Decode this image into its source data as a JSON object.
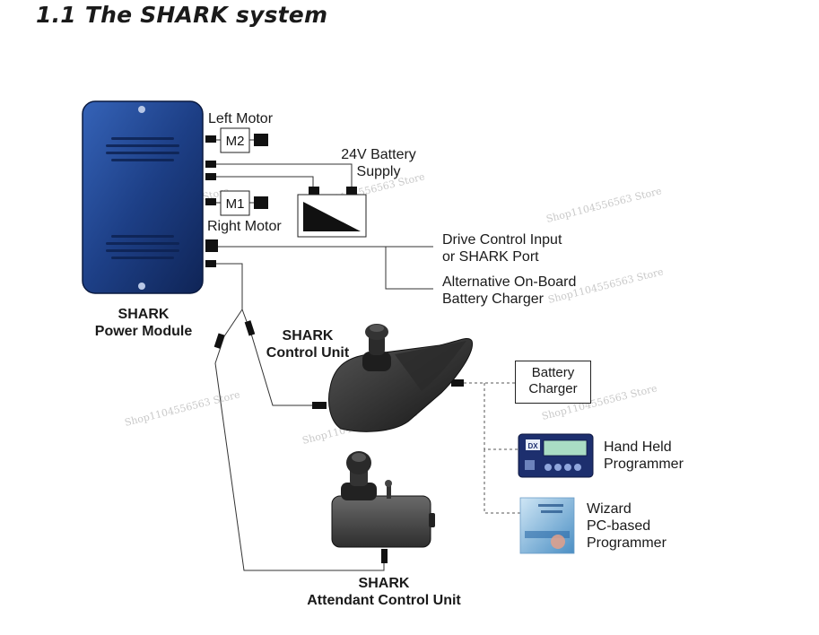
{
  "heading": {
    "number": "1.1",
    "title": "The SHARK system"
  },
  "motors": {
    "left_label": "Left Motor",
    "right_label": "Right Motor",
    "m2": "M2",
    "m1": "M1"
  },
  "battery": {
    "line1": "24V Battery",
    "line2": "Supply"
  },
  "drive_control": {
    "line1": "Drive Control Input",
    "line2": "or SHARK Port"
  },
  "alt_charger": {
    "line1": "Alternative On-Board",
    "line2": "Battery Charger"
  },
  "power_module": {
    "line1": "SHARK",
    "line2": "Power Module"
  },
  "control_unit": {
    "line1": "SHARK",
    "line2": "Control Unit"
  },
  "battery_charger": {
    "line1": "Battery",
    "line2": "Charger"
  },
  "hand_held": {
    "line1": "Hand Held",
    "line2": "Programmer",
    "screen_badge": "DX"
  },
  "wizard": {
    "line1": "Wizard",
    "line2": "PC-based",
    "line3": "Programmer"
  },
  "attendant": {
    "line1": "SHARK",
    "line2": "Attendant Control Unit"
  },
  "watermarks": [
    "Shop1104556563 Store",
    "Shop1104556563 Store",
    "Shop1104556563 Store",
    "Shop1104556563 Store",
    "Shop1104556563 Store",
    "Shop1104556563 Store",
    "Shop1104556563 Store"
  ],
  "colors": {
    "module_blue": "#1d3f86",
    "module_dark": "#0f2456",
    "connector": "#111111",
    "unit_grey": "#3d3d3d"
  }
}
